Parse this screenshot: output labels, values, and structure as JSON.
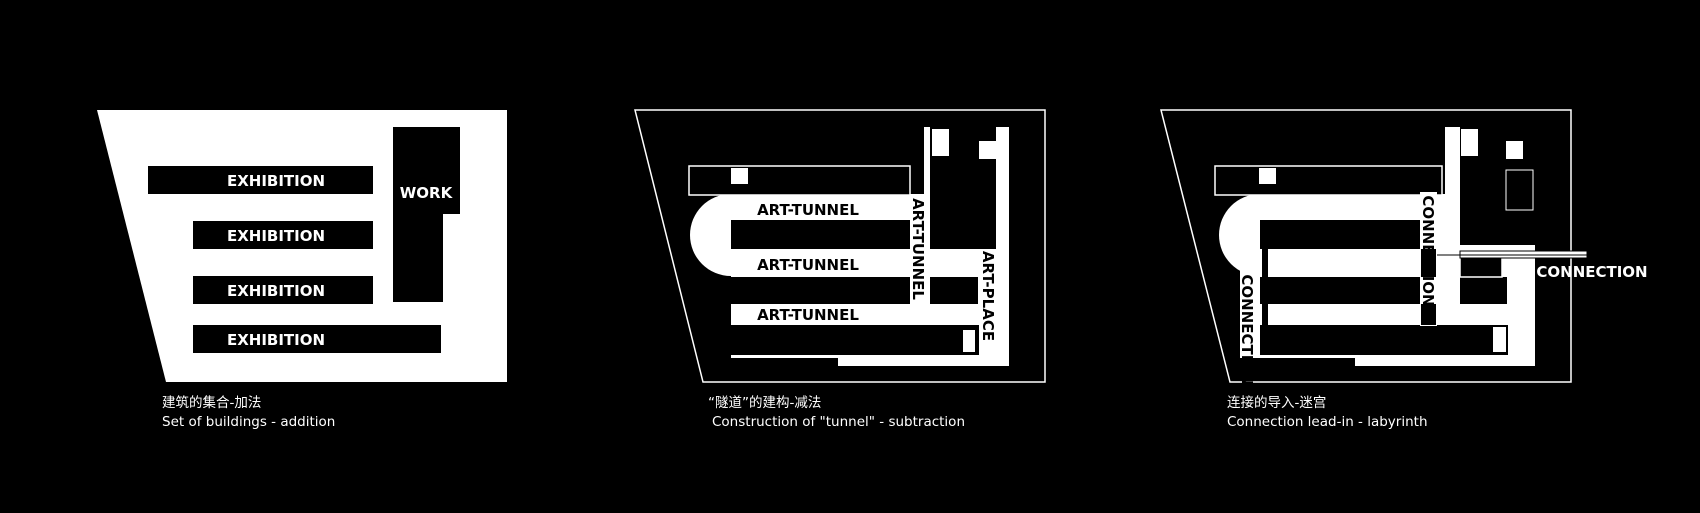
{
  "colors": {
    "background": "#000000",
    "fill": "#ffffff"
  },
  "diagram1": {
    "labels": {
      "exhibition_1": "EXHIBITION",
      "exhibition_2": "EXHIBITION",
      "exhibition_3": "EXHIBITION",
      "exhibition_4": "EXHIBITION",
      "work": "WORK"
    },
    "caption_cn": "建筑的集合-加法",
    "caption_en": "Set of buildings - addition"
  },
  "diagram2": {
    "labels": {
      "tunnel_1": "ART-TUNNEL",
      "tunnel_2": "ART-TUNNEL",
      "tunnel_3": "ART-TUNNEL",
      "tunnel_vertical": "ART-TUNNEL",
      "place": "ART-PLACE"
    },
    "caption_cn": "“隧道”的建构-减法",
    "caption_en": "Construction of \"tunnel\" - subtraction"
  },
  "diagram3": {
    "labels": {
      "connection_left": "CONNECTION",
      "connection_center": "CONNECTION",
      "connection_right": "CONNECTION"
    },
    "caption_cn": "连接的导入-迷宫",
    "caption_en": "Connection lead-in - labyrinth"
  }
}
